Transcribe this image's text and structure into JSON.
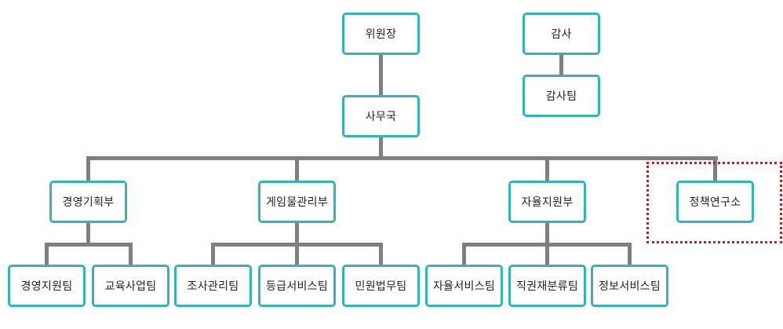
{
  "colors": {
    "box_border": "#33b5b5",
    "connector": "#7f7f7f",
    "highlight": "#d01818",
    "text": "#222222"
  },
  "org": {
    "chairman": "위원장",
    "audit": "감사",
    "audit_team": "감사팀",
    "secretariat": "사무국",
    "departments": {
      "management_planning": "경영기획부",
      "game_rating": "게임물관리부",
      "self_rating": "자율지원부",
      "policy_research": "정책연구소"
    },
    "teams": {
      "management_support": "경영지원팀",
      "education_business": "교육사업팀",
      "investigation_management": "조사관리팀",
      "rating_service": "등급서비스팀",
      "civil_legal": "민원법무팀",
      "self_service": "자율서비스팀",
      "reclassification": "직권재분류팀",
      "info_service": "정보서비스팀"
    }
  }
}
